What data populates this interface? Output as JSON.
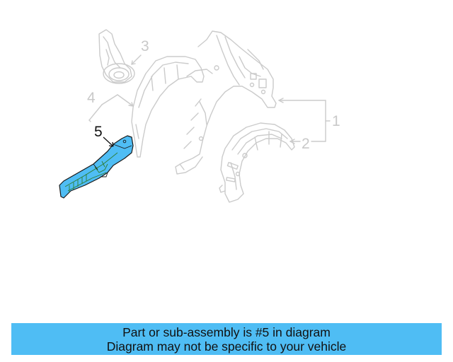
{
  "diagram": {
    "callouts": [
      {
        "id": "1",
        "label": "1",
        "highlighted": false
      },
      {
        "id": "2",
        "label": "2",
        "highlighted": false
      },
      {
        "id": "3",
        "label": "3",
        "highlighted": false
      },
      {
        "id": "4",
        "label": "4",
        "highlighted": false
      },
      {
        "id": "5",
        "label": "5",
        "highlighted": true
      }
    ],
    "colors": {
      "highlight_fill": "#4fbdf4",
      "highlight_detail": "#2e7d32",
      "outline": "#c9c9c9",
      "banner_bg": "#4fbdf4"
    }
  },
  "banner": {
    "line1": "Part or sub-assembly is #5 in diagram",
    "line2": "Diagram may not be specific to your vehicle"
  }
}
